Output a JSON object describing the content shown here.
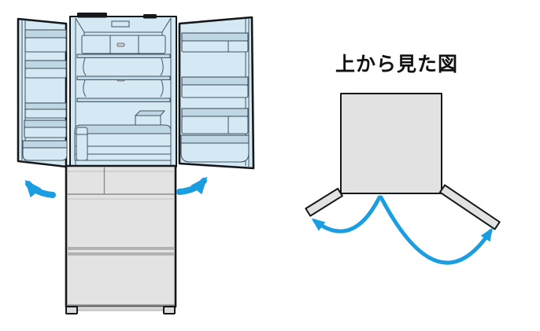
{
  "top_view": {
    "title": "上から見た図"
  },
  "illustration": {
    "subject": "french-door-refrigerator-doors-open",
    "icons": {
      "front_left_arrow": "curved-arrow-up-left",
      "front_right_arrow": "curved-arrow-up-right",
      "top_view_left_arrow": "door-swing-arc-left",
      "top_view_right_arrow": "door-swing-arc-right"
    }
  },
  "colors": {
    "background": "#ffffff",
    "interior_blue": "#d5e9f5",
    "shelf_blue": "#bfd6e4",
    "line_blue": "#42525e",
    "outline": "#15181a",
    "body_gray": "#e3e3e3",
    "groove_gray": "#b2b2b2",
    "top_view_gray": "#e2e2e2",
    "arrow_blue": "#1b9de2"
  }
}
